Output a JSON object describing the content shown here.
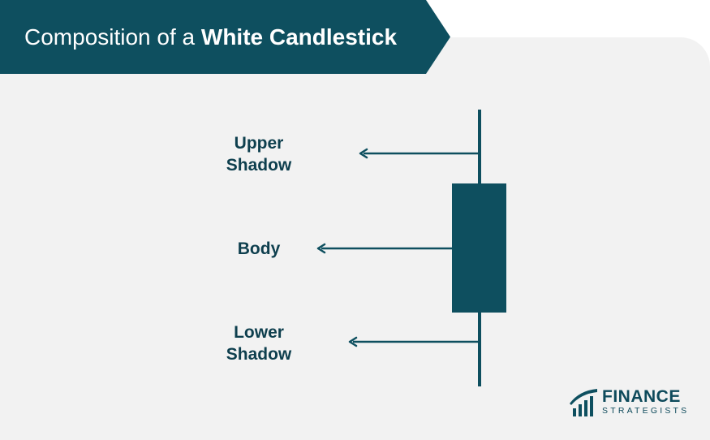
{
  "title": {
    "prefix": "Composition of a ",
    "emphasis": "White Candlestick"
  },
  "labels": {
    "upper_shadow_line1": "Upper",
    "upper_shadow_line2": "Shadow",
    "body": "Body",
    "lower_shadow_line1": "Lower",
    "lower_shadow_line2": "Shadow"
  },
  "logo": {
    "word1": "FINANCE",
    "word2": "STRATEGISTS"
  },
  "colors": {
    "brand_dark": "#0e4f5f",
    "background_panel": "#f2f2f2",
    "label_text": "#0e3f4e"
  }
}
